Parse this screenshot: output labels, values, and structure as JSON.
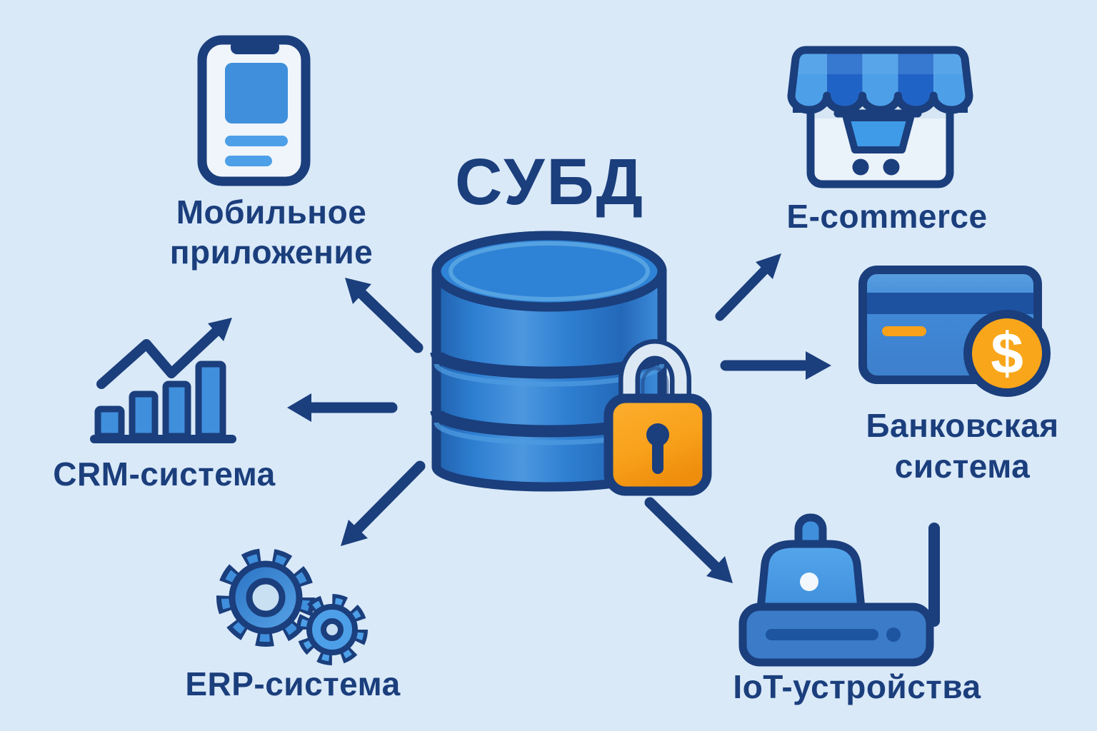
{
  "title": {
    "text": "СУБД"
  },
  "colors": {
    "background": "#D9E9F8",
    "navy": "#1B3E7C",
    "primary_blue": "#2E7FD2",
    "light_blue": "#4D9FE8",
    "pale_blue": "#EDF4FB",
    "orange": "#F9A11B"
  },
  "center": {
    "icon": "database-with-padlock-icon"
  },
  "nodes": {
    "mobile": {
      "label": "Мобильное\nприложение",
      "icon": "smartphone-icon",
      "position": "top-left"
    },
    "crm": {
      "label": "CRM-система",
      "icon": "bar-chart-icon",
      "position": "left"
    },
    "erp": {
      "label": "ERP-система",
      "icon": "gears-icon",
      "position": "bottom-left"
    },
    "ecommerce": {
      "label": "E-commerce",
      "icon": "storefront-icon",
      "position": "top-right"
    },
    "bank": {
      "label": "Банковская\nсистема",
      "icon": "credit-card-dollar-icon",
      "position": "right",
      "coin_symbol": "$"
    },
    "iot": {
      "label": "IoT-устройства",
      "icon": "iot-device-icon",
      "position": "bottom-right"
    }
  },
  "arrows": [
    {
      "from": "СУБД",
      "to": "Мобильное приложение",
      "direction": "up-left"
    },
    {
      "from": "СУБД",
      "to": "CRM-система",
      "direction": "left"
    },
    {
      "from": "СУБД",
      "to": "ERP-система",
      "direction": "down-left"
    },
    {
      "from": "СУБД",
      "to": "E-commerce",
      "direction": "up-right"
    },
    {
      "from": "СУБД",
      "to": "Банковская система",
      "direction": "right"
    },
    {
      "from": "СУБД",
      "to": "IoT-устройства",
      "direction": "down-right"
    }
  ]
}
